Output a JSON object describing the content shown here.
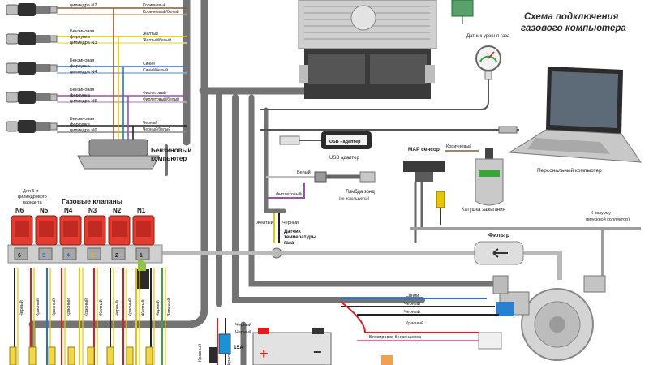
{
  "title_lines": [
    "Схема подключения",
    "газового компьютера"
  ],
  "colors": {
    "loom": "#707070",
    "wire_red": "#d62020",
    "wire_green": "#3aa53a",
    "wire_blue": "#2a6fdb",
    "wire_yellow": "#e9c400",
    "wire_violet": "#9a4fb5",
    "wire_brown": "#8a5a2b",
    "wire_pink": "#e36fa3",
    "wire_orange": "#ff8c1a",
    "wire_black": "#222222",
    "wire_white": "#bfbfbf",
    "injector_red": "#e23b2f",
    "accent_blue": "#2a7fd0"
  },
  "injectors": [
    {
      "label": "цилиндра N2"
    },
    {
      "label": "Бензиновая\nфорсунка\nцилиндра N3"
    },
    {
      "label": "Бензиновая\nфорсунка\nцилиндра N4"
    },
    {
      "label": "Бензиновая\nфорсунка\nцилиндра N5"
    },
    {
      "label": "Бензиновая\nфорсунка\nцилиндра N6"
    }
  ],
  "injector_wire_labels": [
    "Коричневый",
    "Коричневый/белый",
    "Желтый",
    "Желтый/белый",
    "Синий",
    "Синий/белый",
    "Фиолетовый",
    "Фиолетовый/белый",
    "Черный",
    "Черный/белый"
  ],
  "petrol_ecu_label": [
    "Бензиновый",
    "компьютер"
  ],
  "gas_valves": {
    "title": "Газовые клапаны",
    "note": [
      "Для 6-и",
      "цилиндрового",
      "варианта"
    ],
    "labels": [
      "N6",
      "N5",
      "N4",
      "N3",
      "N2",
      "N1"
    ],
    "numbers": [
      "6",
      "5",
      "4",
      "3",
      "2",
      "1"
    ]
  },
  "lower_wire_labels": [
    "Черный",
    "Красный",
    "Красный",
    "Красный",
    "Красный",
    "Желтый",
    "Черный",
    "Красный",
    "Желтый",
    "Черный",
    "Зеленый"
  ],
  "sensors": {
    "gas_level": "Датчик уровня газа",
    "usb": "USB - адаптер",
    "usb_caption": "USB адаптер",
    "map": "MAP сенсор",
    "map_wire": "Коричневый",
    "ignition_coil": "Катушка зажигания",
    "pc": "Персональный компьютер",
    "lambda_white": "Белый",
    "lambda_violet": "Фиолетовый",
    "lambda": "Лямбда зонд",
    "lambda_note": "(не используется)",
    "temp_lines": [
      "Датчик",
      "температуры",
      "газа"
    ],
    "temp_yellow": "Желтый",
    "temp_black": "Черный",
    "filter": "Фильтр",
    "vacuum": [
      "К вакууму",
      "(впускной коллектор)"
    ]
  },
  "bottom_labels": {
    "blue": "Синий",
    "black1": "Черный",
    "black2": "Черный",
    "red": "Красный",
    "petrol_block": "Блокировка бензонасоса",
    "red_left": "Красный",
    "red_left2": "Красный",
    "black_top": "Черный",
    "black_top2": "Черный",
    "fuse": "15A"
  }
}
